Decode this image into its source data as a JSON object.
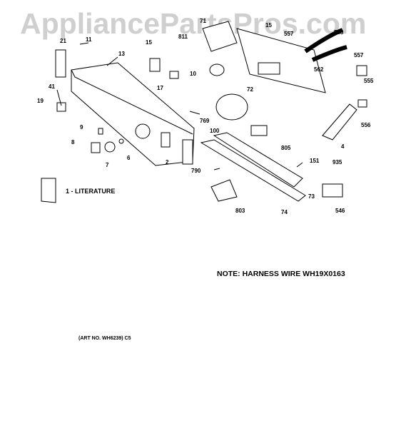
{
  "watermark": "AppliancePartsPros.com",
  "note": "NOTE: HARNESS WIRE WH19X0163",
  "art_number": "(ART NO. WH6239) C5",
  "literature_label": "1 - LITERATURE",
  "callouts": [
    "71",
    "15",
    "557",
    "558",
    "21",
    "11",
    "13",
    "811",
    "15",
    "10",
    "17",
    "72",
    "557",
    "562",
    "555",
    "556",
    "41",
    "19",
    "769",
    "100",
    "805",
    "4",
    "9",
    "8",
    "7",
    "6",
    "2",
    "790",
    "151",
    "935",
    "73",
    "803",
    "74",
    "546"
  ]
}
